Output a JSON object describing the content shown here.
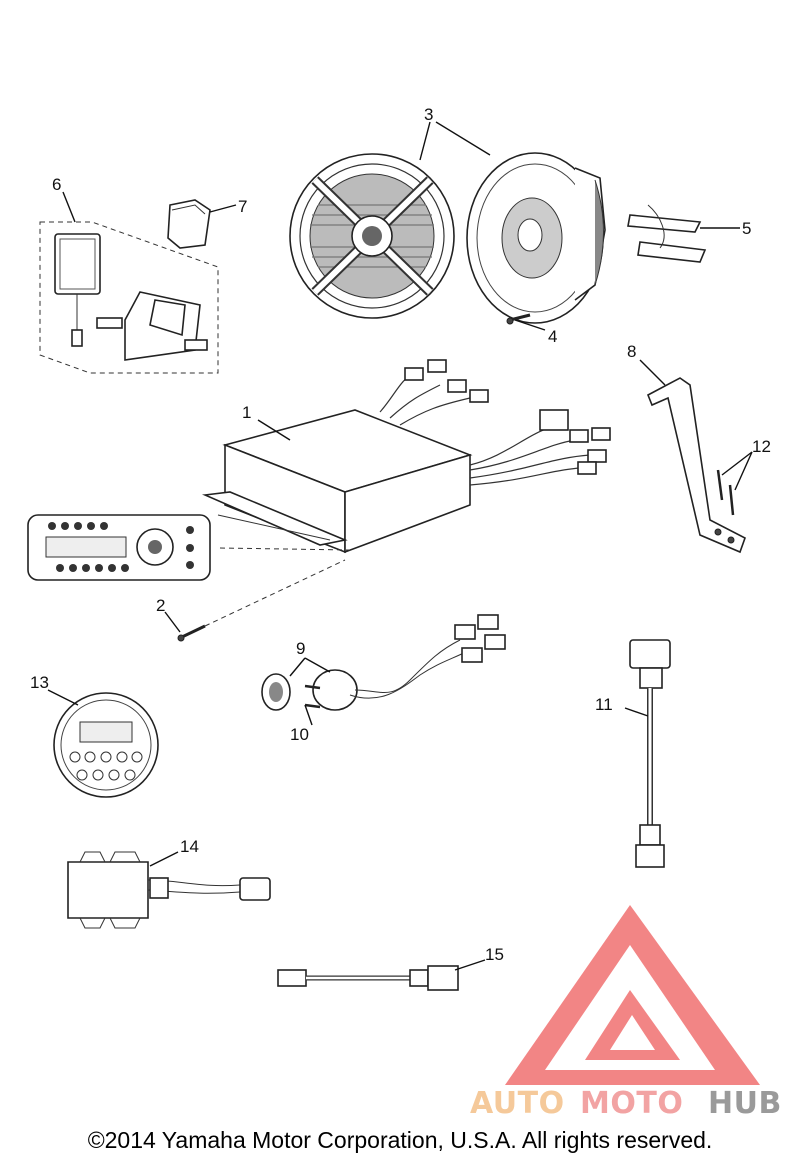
{
  "callouts": [
    {
      "id": "1",
      "text": "1"
    },
    {
      "id": "2",
      "text": "2"
    },
    {
      "id": "3",
      "text": "3"
    },
    {
      "id": "4",
      "text": "4"
    },
    {
      "id": "5",
      "text": "5"
    },
    {
      "id": "6",
      "text": "6"
    },
    {
      "id": "7",
      "text": "7"
    },
    {
      "id": "8",
      "text": "8"
    },
    {
      "id": "9",
      "text": "9"
    },
    {
      "id": "10",
      "text": "10"
    },
    {
      "id": "11",
      "text": "11"
    },
    {
      "id": "12",
      "text": "12"
    },
    {
      "id": "13",
      "text": "13"
    },
    {
      "id": "14",
      "text": "14"
    },
    {
      "id": "15",
      "text": "15"
    }
  ],
  "watermark": {
    "part1": "AUTO",
    "part2": "MOTO",
    "part3": "HUB",
    "color1": "#f5c99a",
    "color2": "#f2a3a3",
    "color3": "#9a9a9a",
    "triangle_color": "#f07070"
  },
  "footer": {
    "copyright": "©2014 Yamaha Motor Corporation, U.S.A. All rights reserved."
  }
}
